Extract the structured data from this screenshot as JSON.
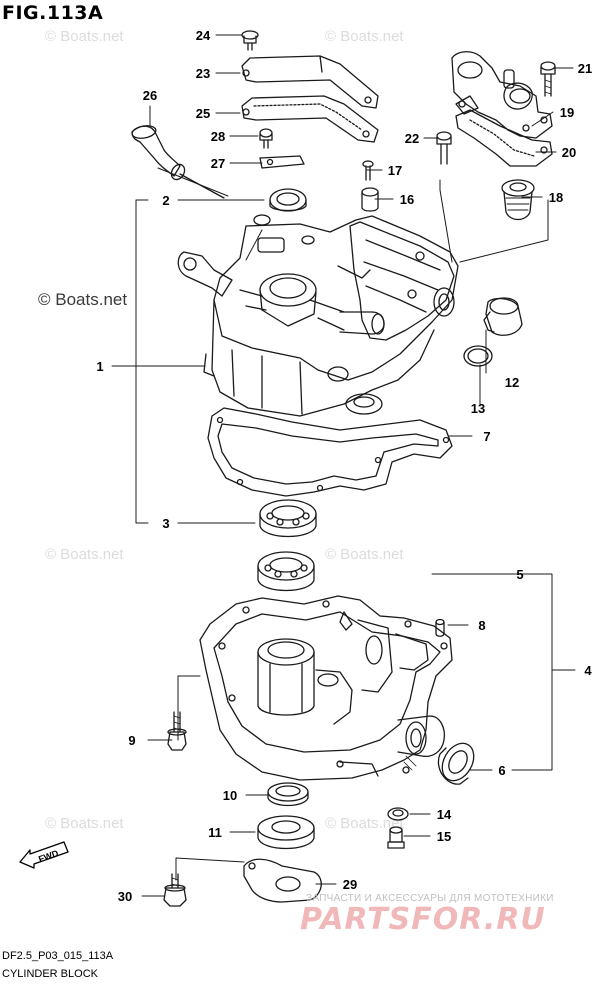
{
  "figure": {
    "title": "FIG.113A",
    "code": "DF2.5_P03_015_113A",
    "name": "CYLINDER BLOCK",
    "forward_label": "FWD"
  },
  "watermarks": [
    "© Boats.net",
    "© Boats.net",
    "© Boats.net",
    "© Boats.net",
    "© Boats.net",
    "© Boats.net",
    "© Boats.net"
  ],
  "branding": {
    "tagline": "ЗАПЧАСТИ И АКСЕССУАРЫ ДЛЯ МОТОТЕХНИКИ",
    "logo": "PARTSFOR.RU"
  },
  "callouts": [
    "1",
    "2",
    "3",
    "4",
    "5",
    "6",
    "7",
    "8",
    "9",
    "10",
    "11",
    "12",
    "13",
    "14",
    "15",
    "16",
    "17",
    "18",
    "19",
    "20",
    "21",
    "22",
    "23",
    "24",
    "25",
    "26",
    "27",
    "28",
    "29",
    "30"
  ],
  "colors": {
    "line": "#1a1a1a",
    "watermark": "#dcdcdc",
    "logo": "#f0b8b8"
  }
}
